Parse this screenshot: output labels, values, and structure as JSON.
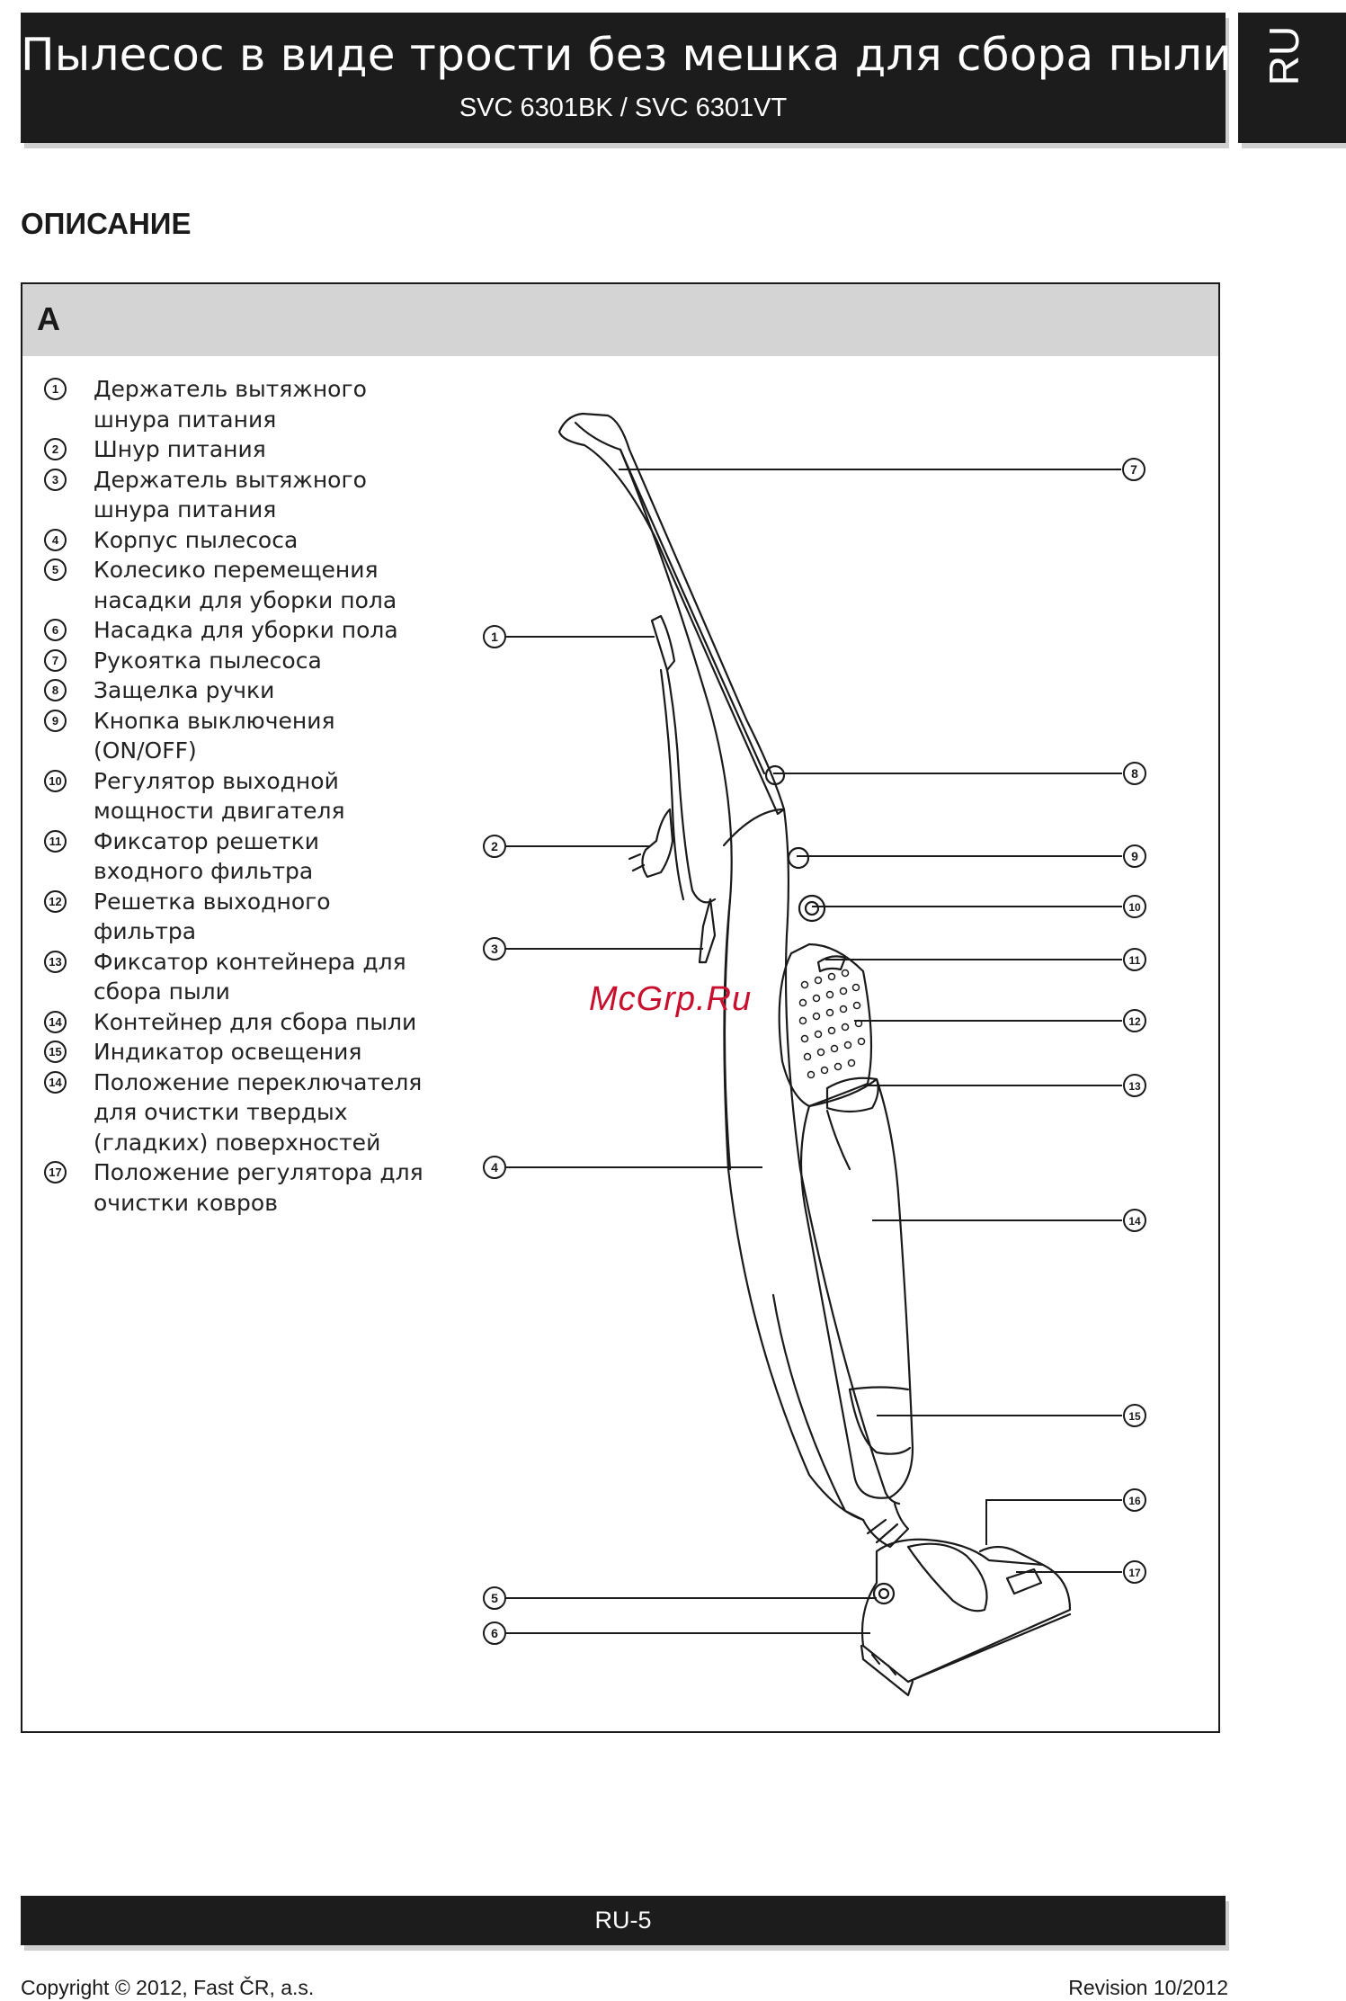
{
  "header": {
    "title": "Пылесос в виде трости без мешка для сбора пыли",
    "model": "SVC 6301BK / SVC 6301VT",
    "lang": "RU"
  },
  "section_title": "ОПИСАНИЕ",
  "panel_label": "A",
  "legend": [
    {
      "num": "1",
      "text": "Держатель вытяжного шнура питания"
    },
    {
      "num": "2",
      "text": "Шнур питания"
    },
    {
      "num": "3",
      "text": "Держатель вытяжного шнура питания"
    },
    {
      "num": "4",
      "text": "Корпус пылесоса"
    },
    {
      "num": "5",
      "text": "Колесико перемещения насадки для уборки пола"
    },
    {
      "num": "6",
      "text": "Насадка для уборки пола"
    },
    {
      "num": "7",
      "text": "Рукоятка пылесоса"
    },
    {
      "num": "8",
      "text": "Защелка ручки"
    },
    {
      "num": "9",
      "text": "Кнопка выключения (ON/OFF)"
    },
    {
      "num": "10",
      "text": "Регулятор выходной мощности двигателя"
    },
    {
      "num": "11",
      "text": "Фиксатор решетки входного фильтра"
    },
    {
      "num": "12",
      "text": "Решетка выходного фильтра"
    },
    {
      "num": "13",
      "text": "Фиксатор контейнера для сбора пыли"
    },
    {
      "num": "14",
      "text": "Контейнер для сбора пыли"
    },
    {
      "num": "15",
      "text": "Индикатор освещения"
    },
    {
      "num": "14",
      "text": "Положение переключателя для очистки твердых (гладких) поверхностей"
    },
    {
      "num": "17",
      "text": "Положение регулятора для очистки ковров"
    }
  ],
  "callouts": [
    "1",
    "2",
    "3",
    "4",
    "5",
    "6",
    "7",
    "8",
    "9",
    "10",
    "11",
    "12",
    "13",
    "14",
    "15",
    "16",
    "17"
  ],
  "watermark": "McGrp.Ru",
  "footer": {
    "page": "RU-5",
    "copyright": "Copyright © 2012, Fast ČR, a.s.",
    "revision": "Revision 10/2012"
  }
}
